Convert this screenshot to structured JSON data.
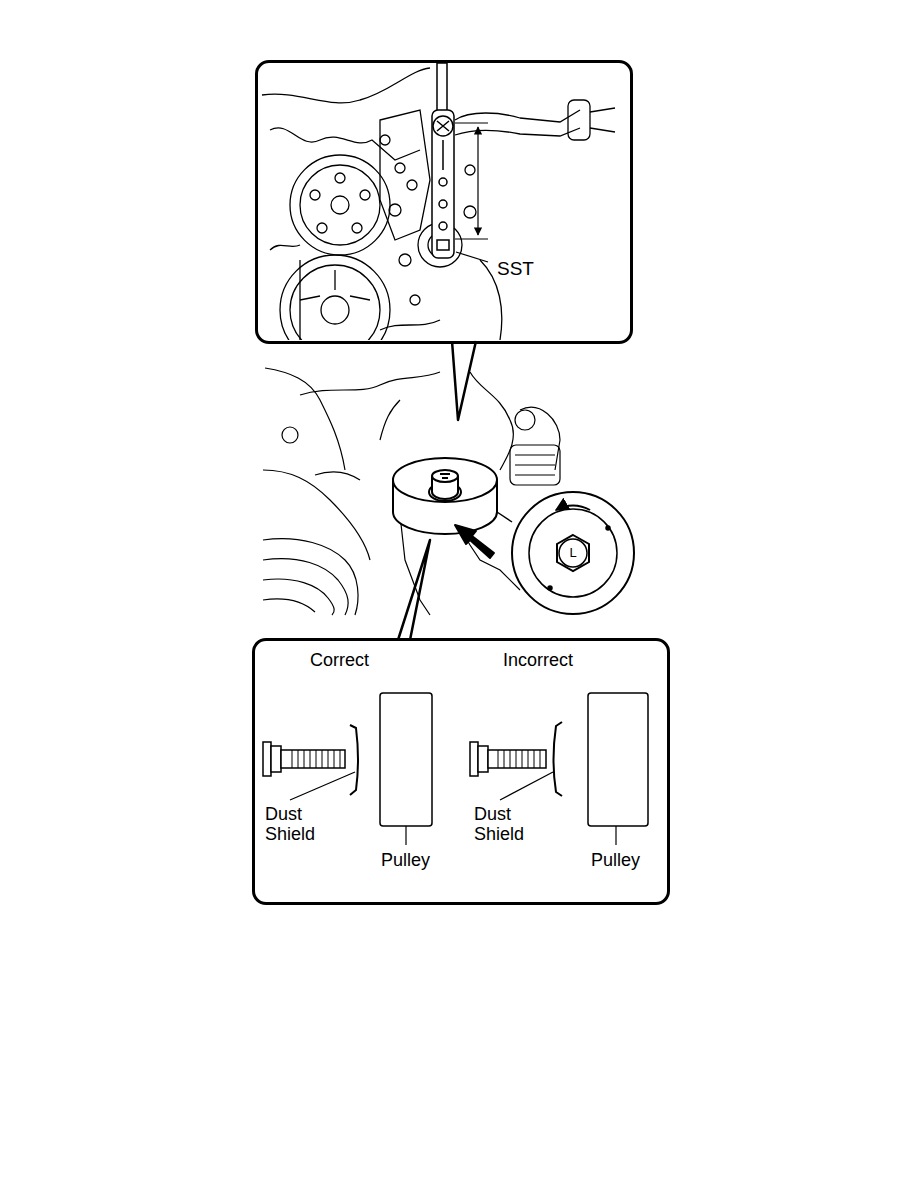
{
  "diagram": {
    "nodes": [
      {
        "text": [
          "SST"
        ]
      },
      {
        "text": [
          "L"
        ]
      },
      {
        "text": [
          "Correct",
          "Incorrect",
          "Dust Shield",
          "Dust Shield",
          "Pulley",
          "Pulley"
        ]
      }
    ]
  }
}
